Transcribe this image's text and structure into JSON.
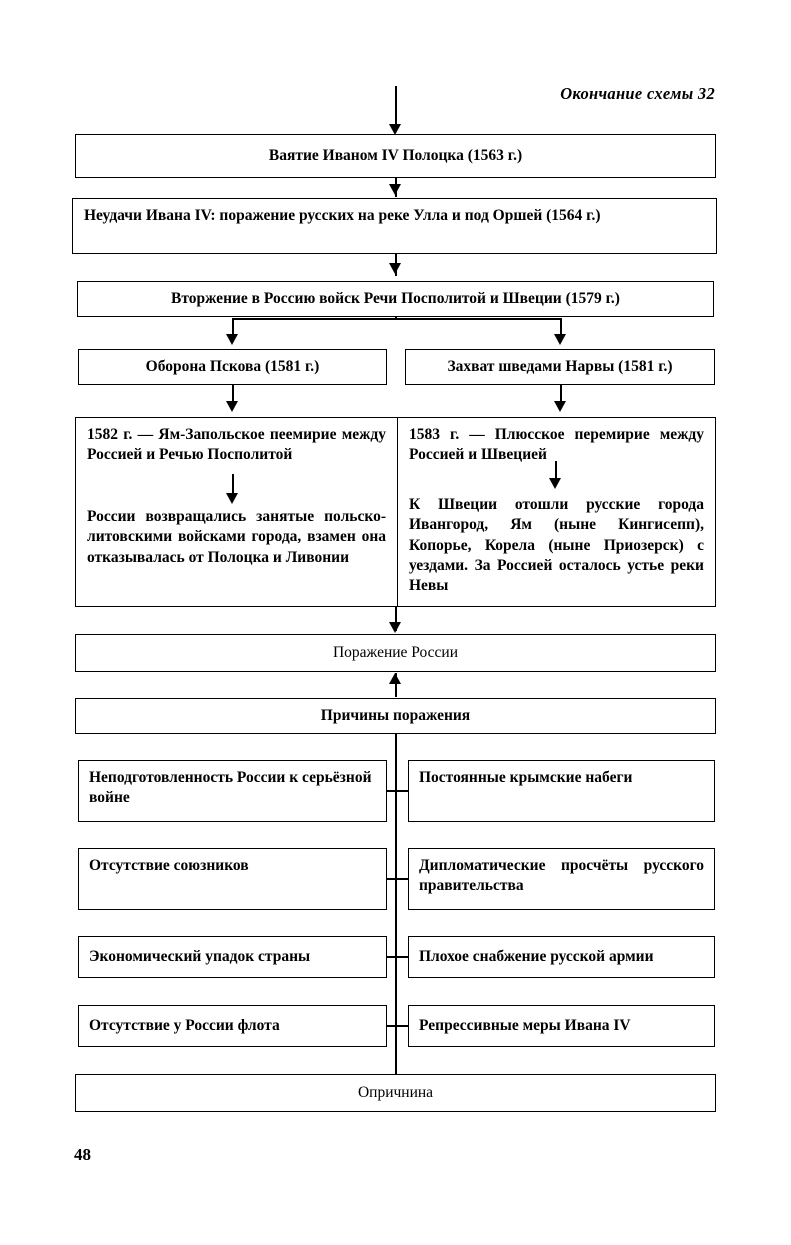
{
  "page": {
    "running_head": "Окончание схемы 32",
    "folio": "48"
  },
  "flow": {
    "step_polotsk": "Ваятие Иваном IV Полоцка (1563 г.)",
    "step_failures": "Неудачи Ивана IV: поражение русских на реке Улла и под Оршей (1564 г.)",
    "step_invasion": "Вторжение в Россию войск Речи Посполитой и Швеции (1579 г.)",
    "step_pskov": "Оборона Пскова (1581 г.)",
    "step_narva": "Захват шведами Нарвы (1581 г.)",
    "step_defeat": "Поражение России",
    "step_causes_title": "Причины поражения",
    "step_oprichnina": "Опричнина"
  },
  "treaties": {
    "left": {
      "heading": "1582 г. — Ям-Запольское пеемирие между Россией и Речью Посполитой",
      "terms": "России возвращались занятые польско-литовскими войсками города, взамен она отказывалась от Полоцка и Ливонии"
    },
    "right": {
      "heading": "1583 г. — Плюсское перемирие между Россией и Швецией",
      "terms": "К Швеции отошли русские города Ивангород, Ям (ныне Кингисепп), Копорье, Корела (ныне Приозерск) с уездами. За Россией осталось устье реки Невы"
    }
  },
  "causes": [
    {
      "left": "Неподготовленность России к серьёзной войне",
      "right": "Постоянные крымские набеги"
    },
    {
      "left": "Отсутствие союзников",
      "right": "Дипломатические просчёты русского правительства"
    },
    {
      "left": "Экономический упадок страны",
      "right": "Плохое снабжение русской армии"
    },
    {
      "left": "Отсутствие у России флота",
      "right": "Репрессивные меры Ивана IV"
    }
  ]
}
